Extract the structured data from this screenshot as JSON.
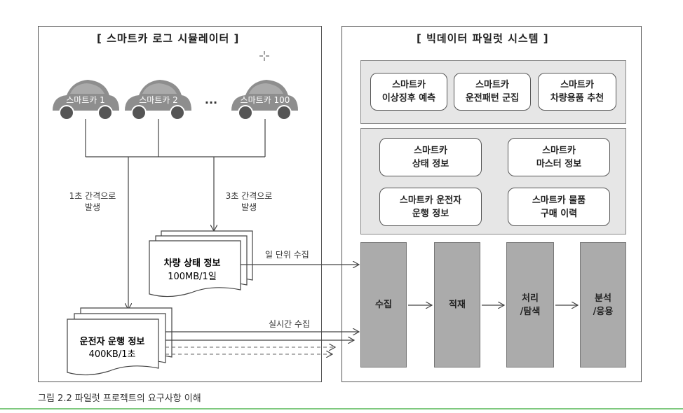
{
  "simulator": {
    "title": "[ 스마트카 로그 시뮬레이터 ]",
    "cars": [
      "스마트카 1",
      "스마트카 2",
      "스마트카 100"
    ],
    "ellipsis": "···",
    "left_interval": [
      "1초 간격으로",
      "발생"
    ],
    "right_interval": [
      "3초 간격으로",
      "발생"
    ],
    "doc_vehicle": [
      "차량 상태 정보",
      "100MB/1일"
    ],
    "doc_driver": [
      "운전자 운행 정보",
      "400KB/1초"
    ]
  },
  "platform": {
    "title": "[ 빅데이터 파일럿 시스템 ]",
    "top_items": [
      [
        "스마트카",
        "이상징후 예측"
      ],
      [
        "스마트카",
        "운전패턴 군집"
      ],
      [
        "스마트카",
        "차량용품 추천"
      ]
    ],
    "mid_items": [
      [
        "스마트카",
        "상태 정보"
      ],
      [
        "스마트카",
        "마스터 정보"
      ],
      [
        "스마트카 운전자",
        "운행 정보"
      ],
      [
        "스마트카 물품",
        "구매 이력"
      ]
    ],
    "stages": [
      [
        "수집"
      ],
      [
        "적재"
      ],
      [
        "처리",
        "/탐색"
      ],
      [
        "분석",
        "/응용"
      ]
    ]
  },
  "edges": {
    "daily": "일 단위 수집",
    "realtime": "실시간 수집"
  },
  "caption": "그림 2.2 파일럿 프로젝트의 요구사항 이해"
}
